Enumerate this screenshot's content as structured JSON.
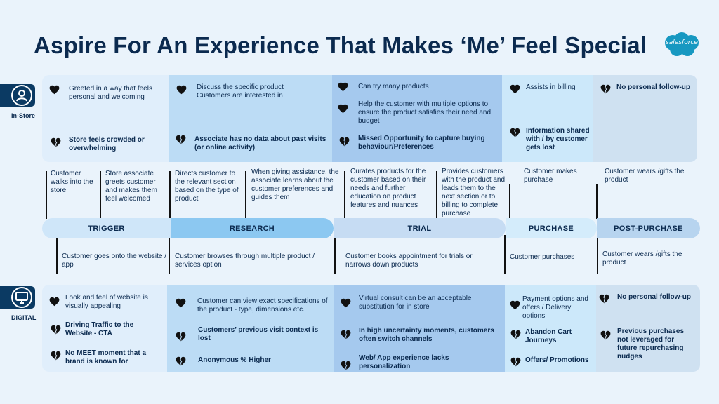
{
  "title": "Aspire For An Experience That Makes ‘Me’ Feel Special",
  "logo": "salesforce",
  "channels": {
    "instore": "In-Store",
    "digital": "DIGITAL"
  },
  "stages": [
    "TRIGGER",
    "RESEARCH",
    "TRIAL",
    "PURCHASE",
    "POST-PURCHASE"
  ],
  "instore": {
    "trigger": {
      "pos1": "Greeted in a way that feels personal and welcoming",
      "neg1": "Store feels crowded or overwhelming"
    },
    "research": {
      "pos1": "Discuss the specific product Customers are interested in",
      "neg1": "Associate  has no data about past visits (or online activity)"
    },
    "trial": {
      "pos1": "Can try many products",
      "pos2": "Help the customer with multiple options to ensure the product satisfies their need and budget",
      "neg1": "Missed Opportunity to capture buying behaviour/Preferences"
    },
    "purchase": {
      "pos1": "Assists in billing",
      "neg1": "Information shared with / by customer gets lost"
    },
    "post": {
      "neg1": "No personal follow-up"
    }
  },
  "instore_steps": [
    "Customer walks into the store",
    "Store associate greets customer and makes them feel welcomed",
    "Directs customer to the relevant section based on the type of product",
    "When giving assistance, the associate  learns about the customer preferences and guides them",
    "Curates products for the customer based on their needs and further education on  product features and nuances",
    "Provides customers with the product and leads them to the next section or to billing  to complete purchase",
    "Customer makes purchase",
    "Customer wears /gifts the product"
  ],
  "digital_steps": [
    "Customer goes onto the website / app",
    "Customer browses through multiple product / services option",
    "Customer books appointment for trials or narrows down products",
    "Customer purchases",
    "Customer wears /gifts the product"
  ],
  "digital": {
    "trigger": {
      "pos1": "Look and feel of website is visually appealing",
      "neg1": "Driving Traffic to the Website - CTA",
      "neg2": "No MEET moment that a brand is known for"
    },
    "research": {
      "pos1": "Customer can view exact specifications of the product - type, dimensions etc.",
      "neg1": "Customers’ previous visit context is lost",
      "neg2": "Anonymous % Higher"
    },
    "trial": {
      "pos1": "Virtual consult can be an acceptable substitution for in store",
      "neg1": "In high uncertainty moments, customers often switch channels",
      "neg2": "Web/ App experience lacks personalization"
    },
    "purchase": {
      "pos1": "Payment options and offers / Delivery options",
      "neg1": "Abandon Cart Journeys",
      "neg2": "Offers/ Promotions"
    },
    "post": {
      "neg1": "No personal follow-up",
      "neg2": "Previous purchases not leveraged  for future repurchasing nudges"
    }
  },
  "colors": {
    "navy": "#0b2a4f",
    "trigger": "#e0eefb",
    "research": "#bcdcf5",
    "trial": "#a5c9ee",
    "purchase": "#cce8fa",
    "post": "#cfe1f1",
    "brand": "#1798c1"
  }
}
